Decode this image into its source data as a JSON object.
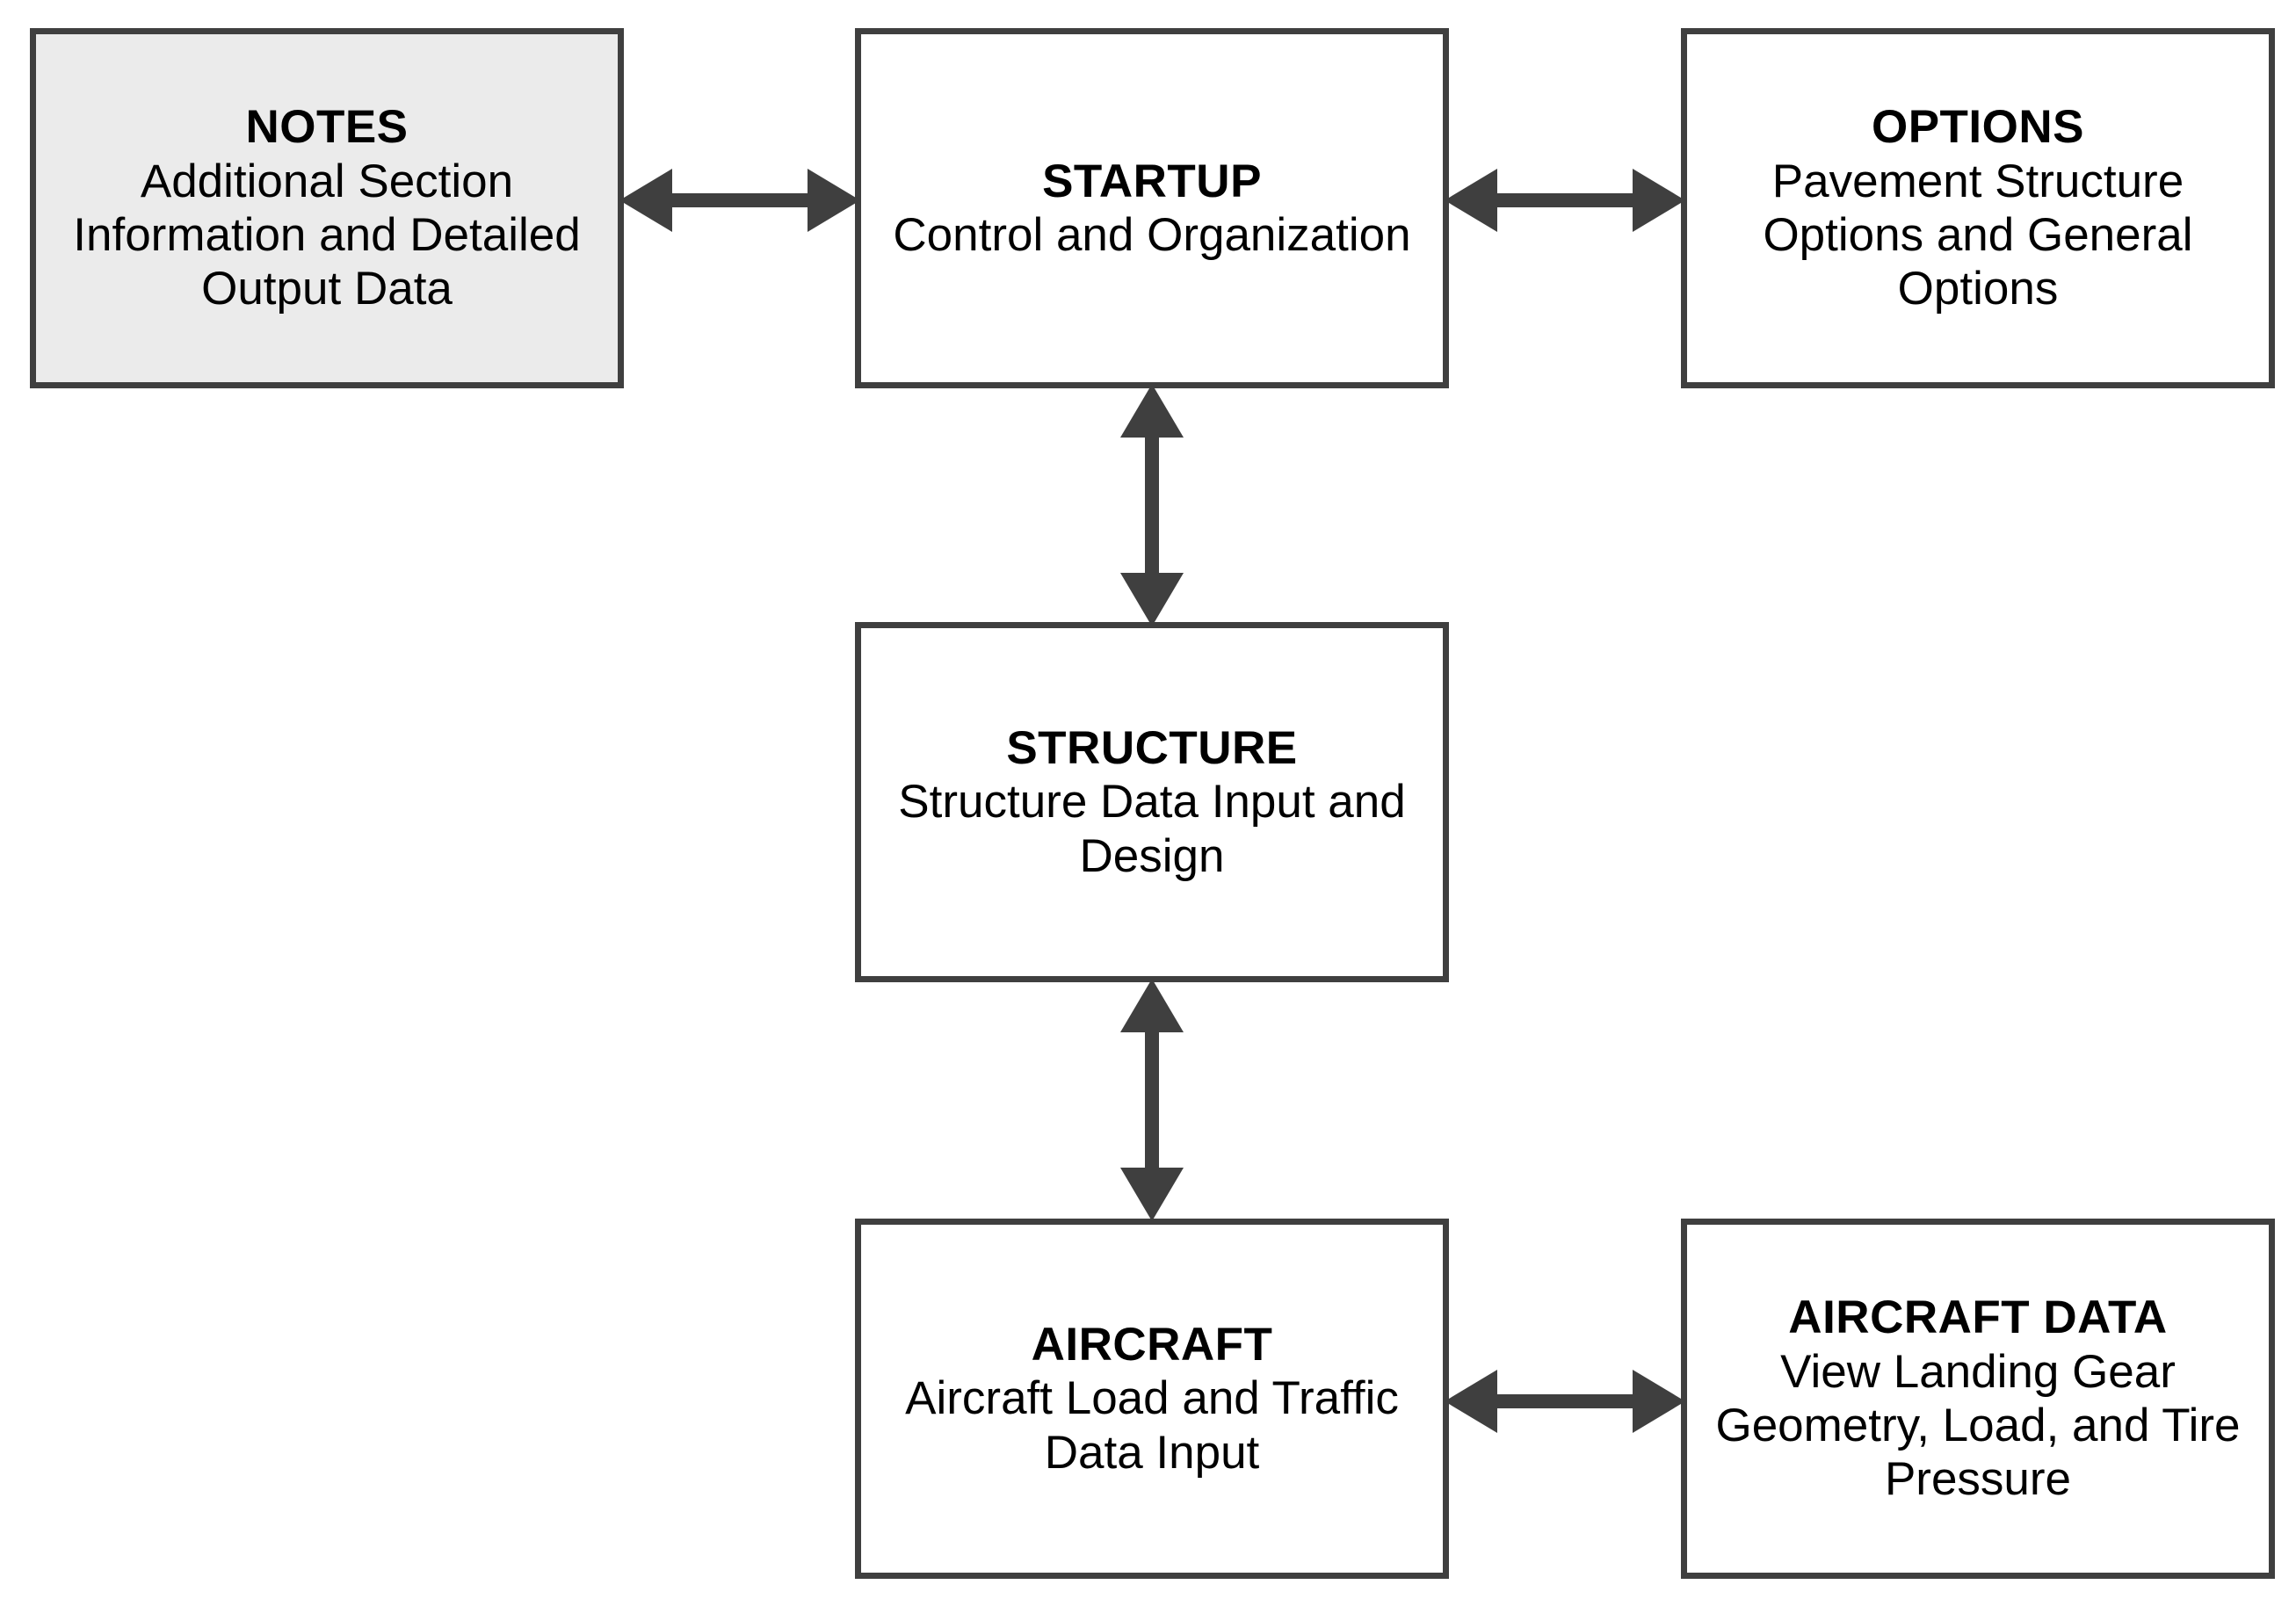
{
  "diagram": {
    "background_color": "#ffffff",
    "border_color": "#3f3f3f",
    "arrow_color": "#3f3f3f",
    "shaded_fill": "#ebebeb",
    "plain_fill": "#ffffff",
    "nodes": [
      {
        "id": "notes",
        "title": "NOTES",
        "description": "Additional Section Information and Detailed Output Data",
        "shaded": true
      },
      {
        "id": "startup",
        "title": "STARTUP",
        "description": "Control and Organization",
        "shaded": false
      },
      {
        "id": "options",
        "title": "OPTIONS",
        "description": "Pavement Structure Options and General Options",
        "shaded": false
      },
      {
        "id": "structure",
        "title": "STRUCTURE",
        "description": "Structure Data Input and Design",
        "shaded": false
      },
      {
        "id": "aircraft",
        "title": "AIRCRAFT",
        "description": "Aircraft Load and Traffic Data Input",
        "shaded": false
      },
      {
        "id": "aircraft_data",
        "title": "AIRCRAFT DATA",
        "description": "View Landing Gear Geometry, Load, and Tire Pressure",
        "shaded": false
      }
    ],
    "connectors": [
      {
        "id": "notes-startup",
        "from": "notes",
        "to": "startup",
        "direction": "bidirectional",
        "orientation": "horizontal"
      },
      {
        "id": "startup-options",
        "from": "startup",
        "to": "options",
        "direction": "bidirectional",
        "orientation": "horizontal"
      },
      {
        "id": "startup-structure",
        "from": "startup",
        "to": "structure",
        "direction": "bidirectional",
        "orientation": "vertical"
      },
      {
        "id": "structure-aircraft",
        "from": "structure",
        "to": "aircraft",
        "direction": "bidirectional",
        "orientation": "vertical"
      },
      {
        "id": "aircraft-aircraftdata",
        "from": "aircraft",
        "to": "aircraft_data",
        "direction": "bidirectional",
        "orientation": "horizontal"
      }
    ]
  }
}
